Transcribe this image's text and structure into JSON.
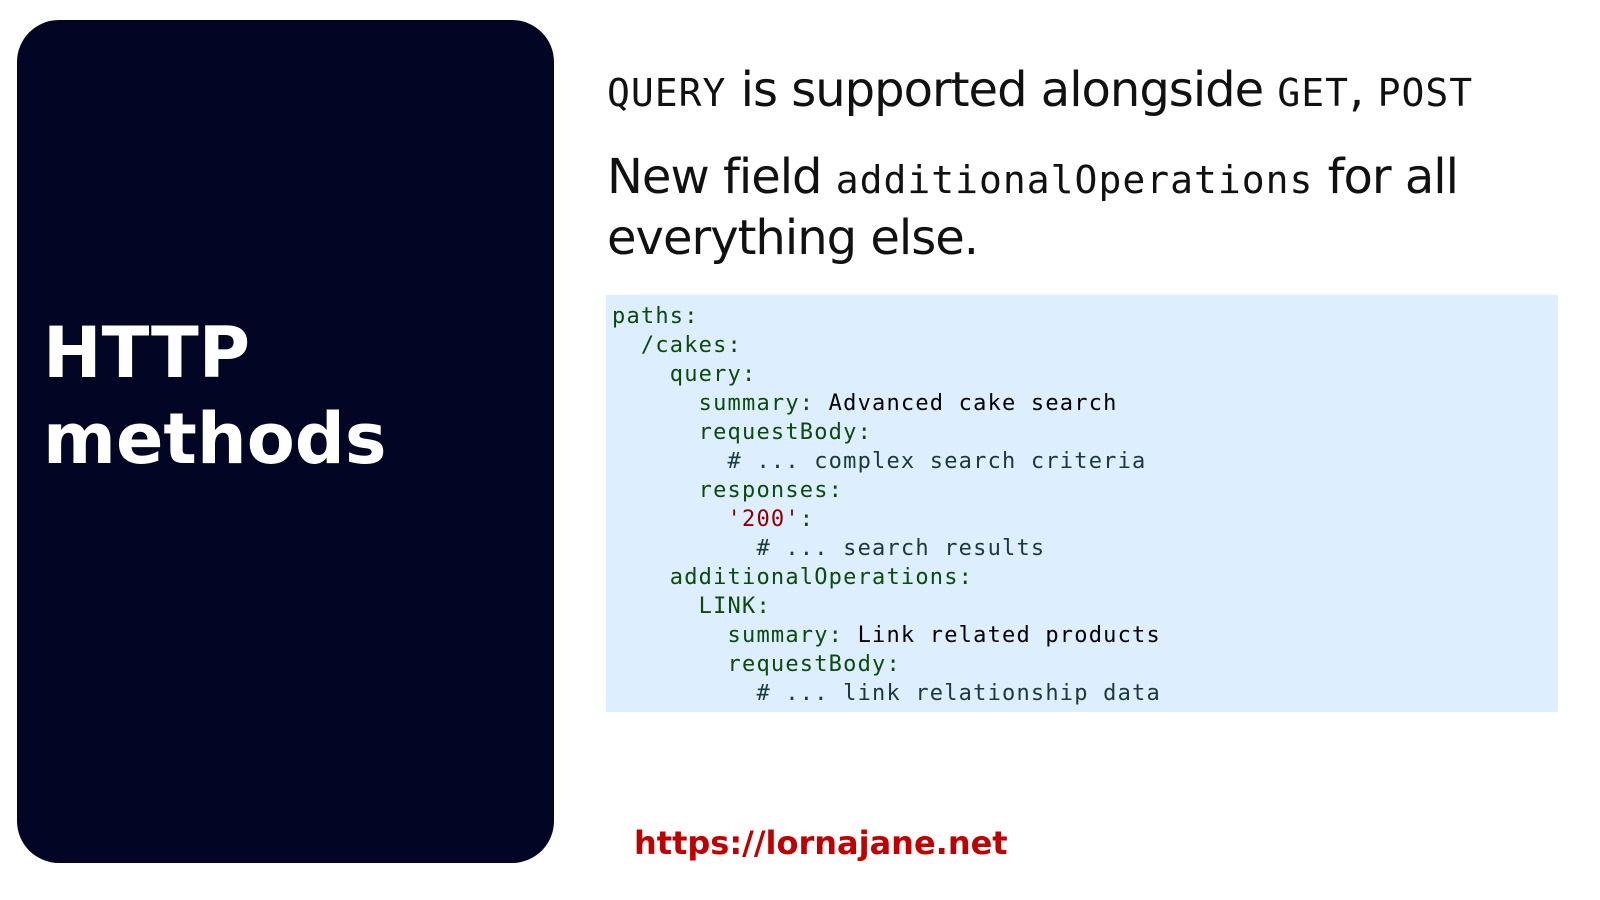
{
  "panel": {
    "title_line1": "HTTP",
    "title_line2": "methods"
  },
  "heading1": {
    "code1": "QUERY",
    "text": " is supported alongside ",
    "code2": "GET",
    "sep": ", ",
    "code3": "POST"
  },
  "heading2": {
    "text1": "New field ",
    "code": "additionalOperations",
    "text2": " for all everything else."
  },
  "code_lines": [
    [
      [
        "k",
        "paths:"
      ]
    ],
    [
      [
        "k",
        "  /cakes:"
      ]
    ],
    [
      [
        "k",
        "    query:"
      ]
    ],
    [
      [
        "k",
        "      summary:"
      ],
      [
        "v",
        " Advanced cake search"
      ]
    ],
    [
      [
        "k",
        "      requestBody:"
      ]
    ],
    [
      [
        "c",
        "        # ... complex search criteria"
      ]
    ],
    [
      [
        "k",
        "      responses:"
      ]
    ],
    [
      [
        "s",
        "        '200'"
      ],
      [
        "k",
        ":"
      ]
    ],
    [
      [
        "c",
        "          # ... search results"
      ]
    ],
    [
      [
        "k",
        "    additionalOperations:"
      ]
    ],
    [
      [
        "k",
        "      LINK:"
      ]
    ],
    [
      [
        "k",
        "        summary:"
      ],
      [
        "v",
        " Link related products"
      ]
    ],
    [
      [
        "k",
        "        requestBody:"
      ]
    ],
    [
      [
        "c",
        "          # ... link relationship data"
      ]
    ]
  ],
  "footer": {
    "url": "https://lornajane.net"
  },
  "colors": {
    "panel": "#020624",
    "code_bg": "#ddeeff",
    "url": "#c00000"
  }
}
